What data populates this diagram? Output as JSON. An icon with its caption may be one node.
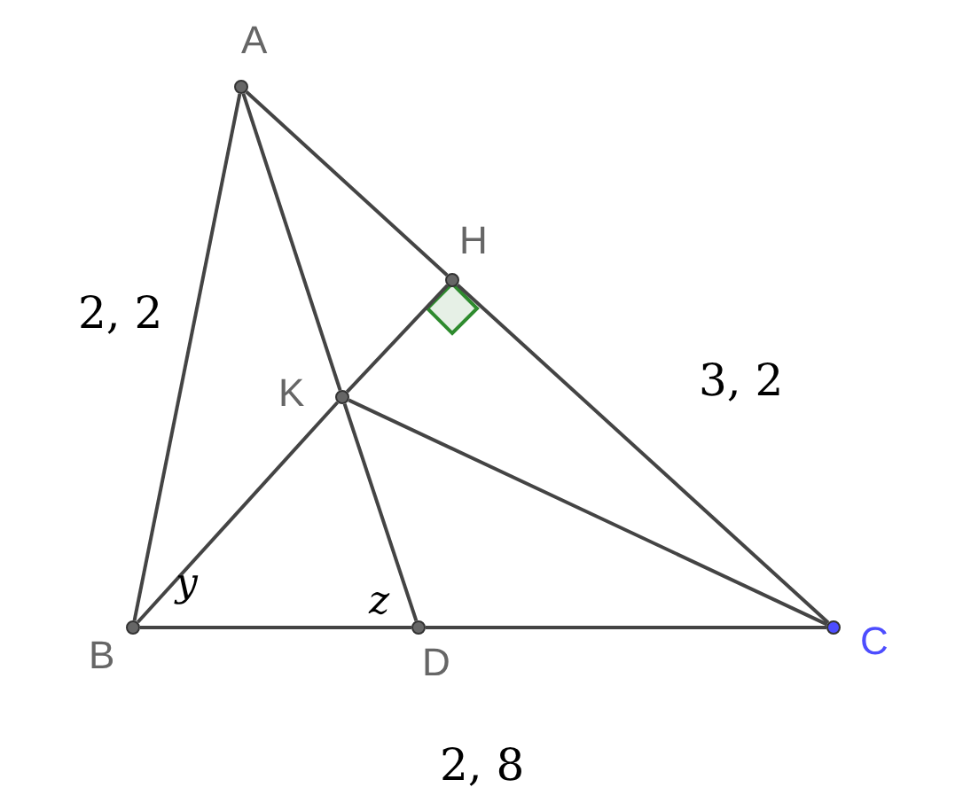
{
  "diagram": {
    "nodes": [
      {
        "text": [
          "A"
        ]
      },
      {
        "text": [
          "H"
        ]
      },
      {
        "text": [
          "K"
        ]
      },
      {
        "text": [
          "B"
        ]
      },
      {
        "text": [
          "D"
        ]
      },
      {
        "text": [
          "C"
        ]
      }
    ],
    "edges": [
      {
        "from": 0,
        "to": 3,
        "arrow": "none"
      },
      {
        "from": 0,
        "to": 1,
        "arrow": "none"
      },
      {
        "from": 1,
        "to": 5,
        "arrow": "none"
      },
      {
        "from": 0,
        "to": 2,
        "arrow": "none"
      },
      {
        "from": 2,
        "to": 4,
        "arrow": "none"
      },
      {
        "from": 3,
        "to": 2,
        "arrow": "none"
      },
      {
        "from": 2,
        "to": 1,
        "arrow": "none"
      },
      {
        "from": 2,
        "to": 5,
        "arrow": "none"
      },
      {
        "from": 3,
        "to": 4,
        "arrow": "none"
      },
      {
        "from": 4,
        "to": 5,
        "arrow": "none"
      }
    ],
    "labels": [
      "2, 2",
      "3, 2",
      "y",
      "z",
      "2, 8"
    ]
  }
}
